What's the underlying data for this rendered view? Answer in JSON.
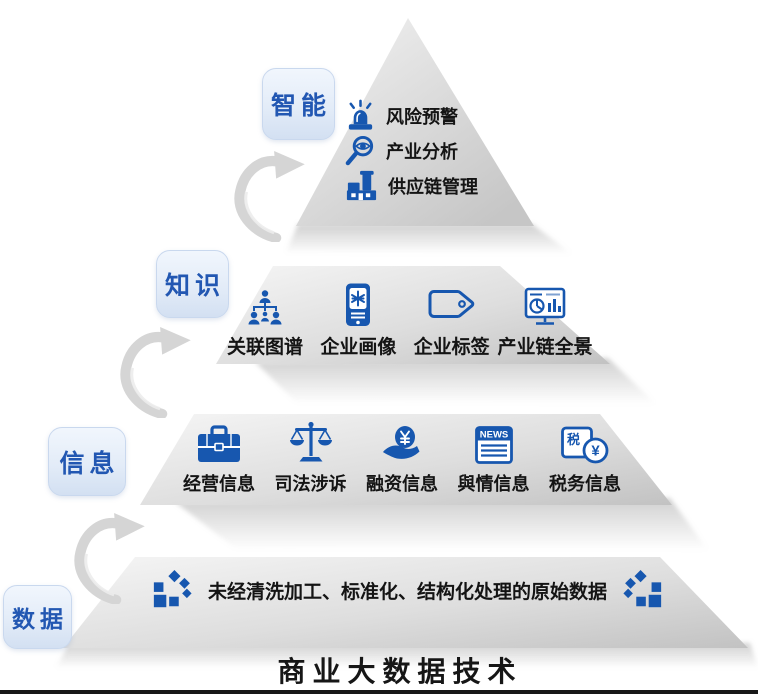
{
  "title": "商业大数据技术",
  "pyramid": {
    "levels": [
      {
        "tag": "智能",
        "items": [
          {
            "icon": "siren-icon",
            "label": "风险预警"
          },
          {
            "icon": "magnifier-eye-icon",
            "label": "产业分析"
          },
          {
            "icon": "factory-icon",
            "label": "供应链管理"
          }
        ]
      },
      {
        "tag": "知识",
        "items": [
          {
            "icon": "relation-graph-icon",
            "label": "关联图谱"
          },
          {
            "icon": "phone-profile-icon",
            "label": "企业画像"
          },
          {
            "icon": "tag-icon",
            "label": "企业标签"
          },
          {
            "icon": "industry-monitor-icon",
            "label": "产业链全景"
          }
        ]
      },
      {
        "tag": "信息",
        "items": [
          {
            "icon": "briefcase-icon",
            "label": "经营信息"
          },
          {
            "icon": "scales-icon",
            "label": "司法涉诉"
          },
          {
            "icon": "hand-coin-icon",
            "label": "融资信息"
          },
          {
            "icon": "news-icon",
            "label": "與情信息"
          },
          {
            "icon": "tax-icon",
            "label": "税务信息"
          }
        ]
      },
      {
        "tag": "数据",
        "raw_text": "未经清洗加工、标准化、结构化处理的原始数据"
      }
    ]
  },
  "icon_text": {
    "news": "NEWS",
    "tax_char": "税",
    "yen": "¥"
  },
  "colors": {
    "icon_blue": "#1757af",
    "label_text_blue": "#2257b2",
    "label_box_fill": "#e3ecf8",
    "pyramid_light": "#f5f5f5",
    "pyramid_dark": "#c2c2c2",
    "arrow_gray": "#d5d5d5",
    "title_color": "#161616"
  }
}
